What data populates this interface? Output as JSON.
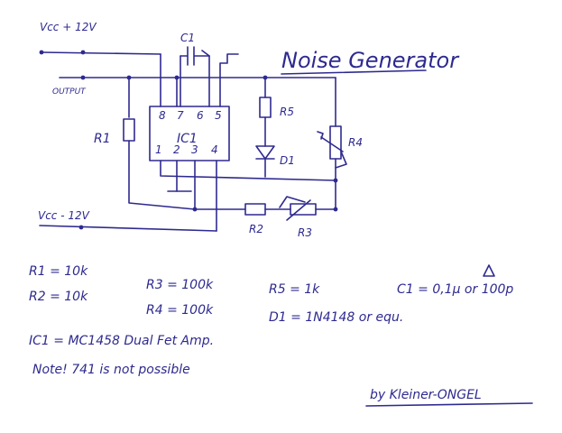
{
  "title": "Noise Generator",
  "supply": {
    "positive": "Vcc + 12V",
    "negative": "Vcc - 12V",
    "output": "OUTPUT"
  },
  "ic": {
    "name": "IC1",
    "top_pins": [
      "8",
      "7",
      "6",
      "5"
    ],
    "bottom_pins": [
      "1",
      "2",
      "3",
      "4"
    ]
  },
  "component_labels": {
    "c1": "C1",
    "r1": "R1",
    "r2": "R2",
    "r3": "R3",
    "r4": "R4",
    "r5": "R5",
    "d1": "D1"
  },
  "values": {
    "r1": "R1 = 10k",
    "r2": "R2 = 10k",
    "r3": "R3 = 100k",
    "r4": "R4 = 100k",
    "r5": "R5 = 1k",
    "d1": "D1 = 1N4148 or equ.",
    "c1": "C1 = 0,1µ or 100p",
    "ic1": "IC1 = MC1458 Dual Fet Amp.",
    "note": "Note! 741 is not possible"
  },
  "signature": "by Kleiner-ONGEL"
}
